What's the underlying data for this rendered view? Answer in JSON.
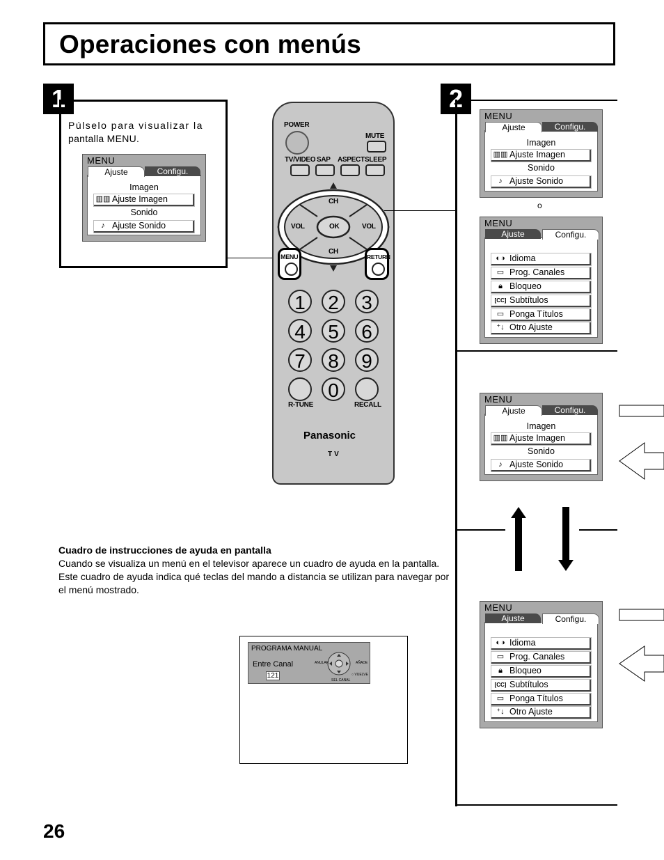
{
  "page": {
    "title": "Operaciones con menús",
    "page_number": "26"
  },
  "step1": {
    "badge": "1",
    "text_line1": "Púlselo para visualizar la",
    "text_line2": "pantalla MENU."
  },
  "step2": {
    "badge": "2",
    "or": "o"
  },
  "menu_ajuste": {
    "title": "MENU",
    "tab_active": "Ajuste",
    "tab_other": "Configu.",
    "header_imagen": "Imagen",
    "item_imagen": "Ajuste Imagen",
    "header_sonido": "Sonido",
    "item_sonido": "Ajuste Sonido"
  },
  "menu_config": {
    "title": "MENU",
    "tab_ajuste": "Ajuste",
    "tab_config": "Configu.",
    "items": [
      "Idioma",
      "Prog. Canales",
      "Bloqueo",
      "Subtítulos",
      "Ponga Títulos",
      "Otro Ajuste"
    ]
  },
  "remote": {
    "power": "POWER",
    "mute": "MUTE",
    "tvvideo": "TV/VIDEO",
    "sap": "SAP",
    "aspect": "ASPECT",
    "sleep": "SLEEP",
    "ch": "CH",
    "vol": "VOL",
    "ok": "OK",
    "menu": "MENU",
    "return": "RETURN",
    "digits": [
      "1",
      "2",
      "3",
      "4",
      "5",
      "6",
      "7",
      "8",
      "9",
      "0"
    ],
    "rtune": "R-TUNE",
    "recall": "RECALL",
    "brand": "Panasonic",
    "tv": "TV"
  },
  "help": {
    "title": "Cuadro de instrucciones de ayuda en pantalla",
    "body": "Cuando se visualiza un menú en el televisor aparece un cuadro de ayuda en la pantalla. Este cuadro de ayuda indica qué teclas del mando a distancia se utilizan para navegar por el menú mostrado."
  },
  "osd": {
    "title": "PROGRAMA MANUAL",
    "label": "Entre Canal",
    "value": "121",
    "anular": "ANULAR",
    "anade": "AÑADE",
    "sel_canal": "SEL CANAL",
    "vuelve": "VUELVE"
  },
  "colors": {
    "screen_gray": "#a9a9a9",
    "tab_dark": "#4a4a4a",
    "remote_body": "#c8c8c8"
  }
}
